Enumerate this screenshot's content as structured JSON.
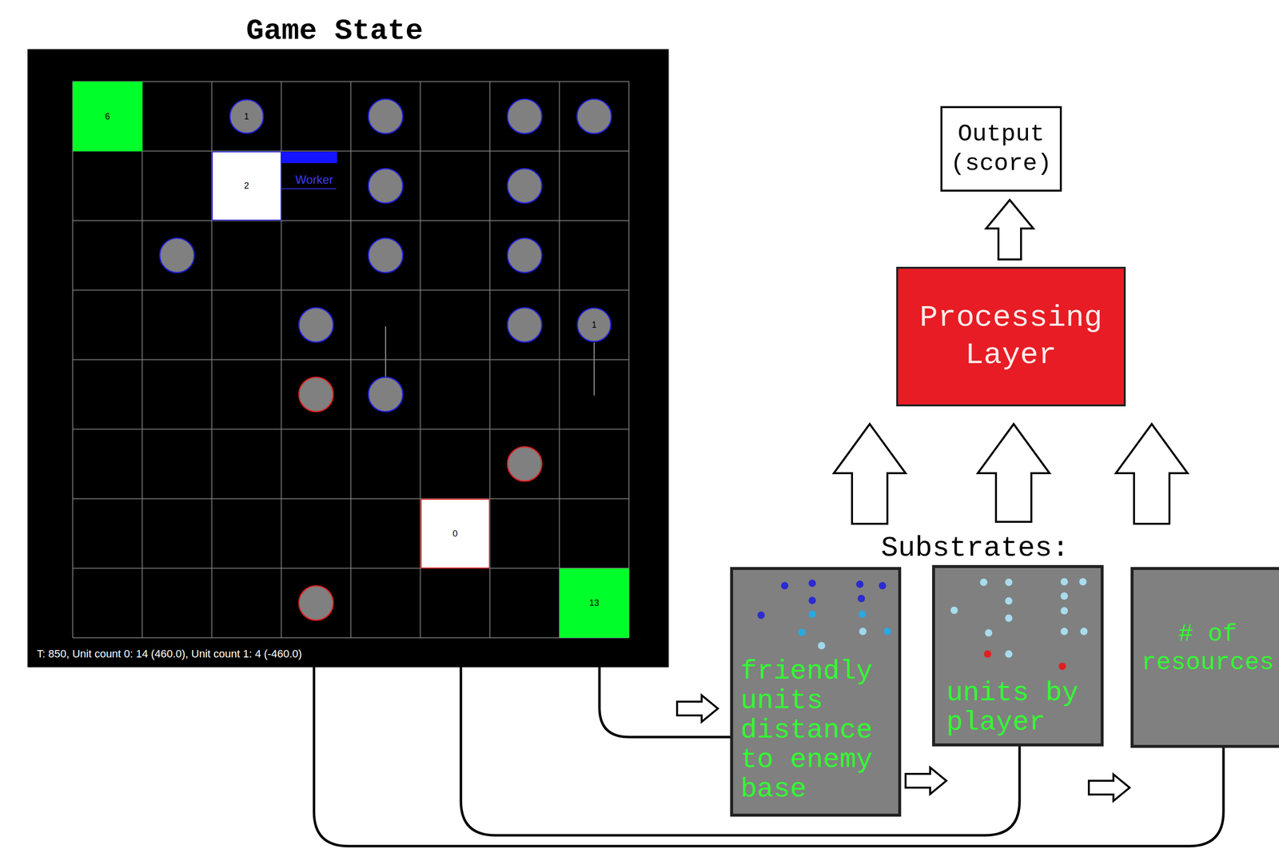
{
  "diagram": {
    "nodes": [
      {
        "text": [
          "Game State",
          "T: 850, Unit count 0: 14 (460.0), Unit count 1: 4 (-460.0)"
        ]
      },
      {
        "text": [
          "6"
        ],
        "in": 0
      },
      {
        "text": [
          "1"
        ],
        "in": 0
      },
      {
        "text": [
          "2"
        ],
        "in": 0
      },
      {
        "text": [
          "1"
        ],
        "in": 0
      },
      {
        "text": [
          "0"
        ],
        "in": 0
      },
      {
        "text": [
          "13"
        ],
        "in": 0
      },
      {
        "text": [
          "Output (score)"
        ]
      },
      {
        "text": [
          "Processing Layer"
        ]
      },
      {
        "text": [
          "friendly units distance to enemy base"
        ]
      },
      {
        "text": [
          "units by player"
        ]
      },
      {
        "text": [
          "# of resources"
        ]
      }
    ],
    "edges": [
      {
        "from": 0,
        "to": 9,
        "arrow": "to"
      },
      {
        "from": 0,
        "to": 10,
        "arrow": "to"
      },
      {
        "from": 0,
        "to": 11,
        "arrow": "to"
      },
      {
        "from": 9,
        "to": 8,
        "arrow": "to"
      },
      {
        "from": 10,
        "to": 8,
        "arrow": "to"
      },
      {
        "from": 11,
        "to": 8,
        "arrow": "to"
      },
      {
        "from": 8,
        "to": 7,
        "arrow": "to"
      }
    ],
    "labels": [
      "Worker",
      "Substrates:"
    ]
  }
}
